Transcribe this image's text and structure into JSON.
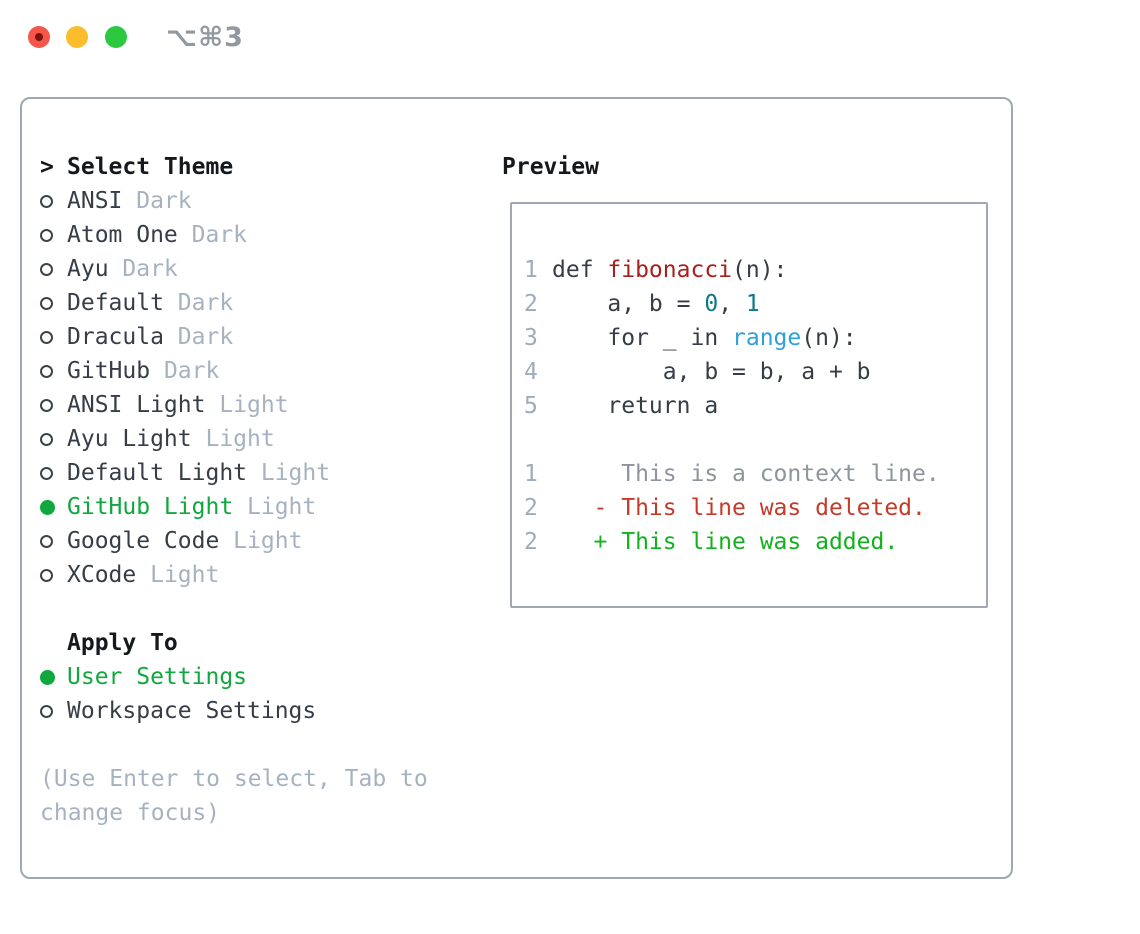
{
  "window": {
    "title": "⌥⌘3",
    "traffic_lights": [
      "close",
      "minimize",
      "zoom"
    ]
  },
  "colors": {
    "selected_green": "#10a83e",
    "muted_gray": "#a7b2c0",
    "panel_border": "#a0a8b4",
    "function_red": "#a81f1c",
    "number_teal": "#0c7a86",
    "builtin_blue": "#2f9fd8",
    "diff_deleted_red": "#c43b2a",
    "diff_added_green": "#12b21e"
  },
  "theme_picker": {
    "cursor": ">",
    "header": "Select Theme",
    "items": [
      {
        "name": "ANSI",
        "variant": "Dark",
        "selected": false
      },
      {
        "name": "Atom One",
        "variant": "Dark",
        "selected": false
      },
      {
        "name": "Ayu",
        "variant": "Dark",
        "selected": false
      },
      {
        "name": "Default",
        "variant": "Dark",
        "selected": false
      },
      {
        "name": "Dracula",
        "variant": "Dark",
        "selected": false
      },
      {
        "name": "GitHub",
        "variant": "Dark",
        "selected": false
      },
      {
        "name": "ANSI Light",
        "variant": "Light",
        "selected": false
      },
      {
        "name": "Ayu Light",
        "variant": "Light",
        "selected": false
      },
      {
        "name": "Default Light",
        "variant": "Light",
        "selected": false
      },
      {
        "name": "GitHub Light",
        "variant": "Light",
        "selected": true
      },
      {
        "name": "Google Code",
        "variant": "Light",
        "selected": false
      },
      {
        "name": "XCode",
        "variant": "Light",
        "selected": false
      }
    ]
  },
  "apply_to": {
    "header": "Apply To",
    "options": [
      {
        "label": "User Settings",
        "selected": true
      },
      {
        "label": "Workspace Settings",
        "selected": false
      }
    ]
  },
  "hint": "(Use Enter to select, Tab to\nchange focus)",
  "preview": {
    "header": "Preview",
    "lines": [
      {
        "number": "1",
        "segments": [
          {
            "text": "def ",
            "c": "default"
          },
          {
            "text": "fibonacci",
            "c": "function"
          },
          {
            "text": "(n):",
            "c": "default"
          }
        ]
      },
      {
        "number": "2",
        "segments": [
          {
            "text": "    a, b = ",
            "c": "default"
          },
          {
            "text": "0",
            "c": "number"
          },
          {
            "text": ", ",
            "c": "default"
          },
          {
            "text": "1",
            "c": "number"
          }
        ]
      },
      {
        "number": "3",
        "segments": [
          {
            "text": "    for _ in ",
            "c": "default"
          },
          {
            "text": "range",
            "c": "builtin"
          },
          {
            "text": "(n):",
            "c": "default"
          }
        ]
      },
      {
        "number": "4",
        "segments": [
          {
            "text": "        a, b = b, a + b",
            "c": "default"
          }
        ]
      },
      {
        "number": "5",
        "segments": [
          {
            "text": "    return a",
            "c": "default"
          }
        ]
      },
      {
        "number": "",
        "segments": []
      },
      {
        "number": "1",
        "segments": [
          {
            "text": "     This is a context line.",
            "c": "context"
          }
        ]
      },
      {
        "number": "2",
        "segments": [
          {
            "text": "   - This line was deleted.",
            "c": "deleted"
          }
        ]
      },
      {
        "number": "2",
        "segments": [
          {
            "text": "   + This line was added.",
            "c": "added"
          }
        ]
      }
    ]
  }
}
